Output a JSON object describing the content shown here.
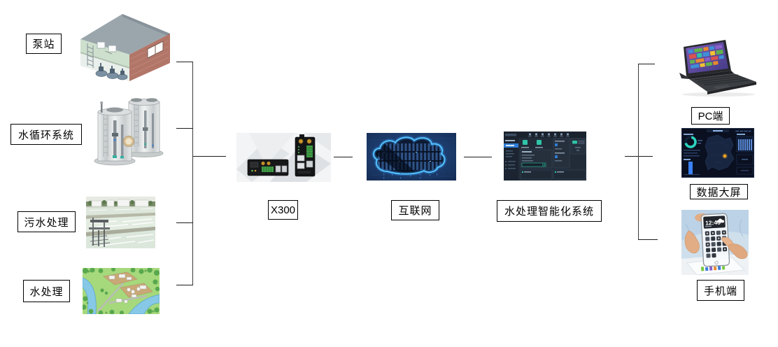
{
  "diagram": {
    "left_nodes": [
      {
        "label": "泵站"
      },
      {
        "label": "水循环系统"
      },
      {
        "label": "污水处理"
      },
      {
        "label": "水处理"
      }
    ],
    "gateway": {
      "label": "X300"
    },
    "internet": {
      "label": "互联网"
    },
    "platform": {
      "label": "水处理智能化系统"
    },
    "right_nodes": [
      {
        "label": "PC端"
      },
      {
        "label": "数据大屏"
      },
      {
        "label": "手机端"
      }
    ],
    "phone": {
      "time": "12:45"
    },
    "colors": {
      "line": "#1c1c1c",
      "label_border": "#000000",
      "label_background": "#ffffff",
      "cloud_neon": "#54c2ff",
      "platform_accent_teal": "#2fc4a7",
      "platform_accent_blue": "#2e7cd6",
      "screen_bar_blue": "#3b82f6",
      "alert_dot_orange": "#f5a623"
    }
  }
}
